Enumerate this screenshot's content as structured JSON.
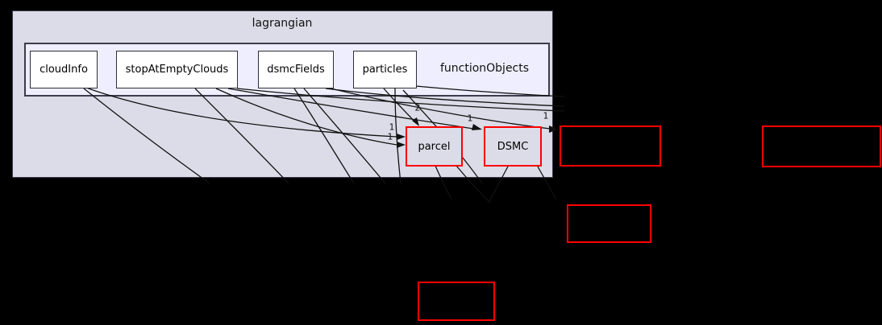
{
  "diagram": {
    "type": "directory-dependency-graph",
    "outer_cluster": {
      "label": "lagrangian"
    },
    "inner_cluster": {
      "label": "functionObjects"
    },
    "inner_nodes": [
      {
        "label": "cloudInfo"
      },
      {
        "label": "stopAtEmptyClouds"
      },
      {
        "label": "dsmcFields"
      },
      {
        "label": "particles"
      }
    ],
    "dependency_nodes": [
      {
        "label": "parcel"
      },
      {
        "label": "DSMC"
      }
    ],
    "external_nodes": [
      {
        "label": ""
      },
      {
        "label": ""
      },
      {
        "label": ""
      },
      {
        "label": ""
      }
    ],
    "edge_labels": [
      {
        "text": "2"
      },
      {
        "text": "1"
      },
      {
        "text": "1"
      },
      {
        "text": "1"
      },
      {
        "text": "1"
      }
    ],
    "colors": {
      "background": "#000000",
      "outer_cluster_fill": "#dcdce8",
      "inner_cluster_fill": "#eeeeff",
      "node_fill": "#ffffff",
      "dependency_border": "#ff0000",
      "edge": "#111111"
    }
  }
}
